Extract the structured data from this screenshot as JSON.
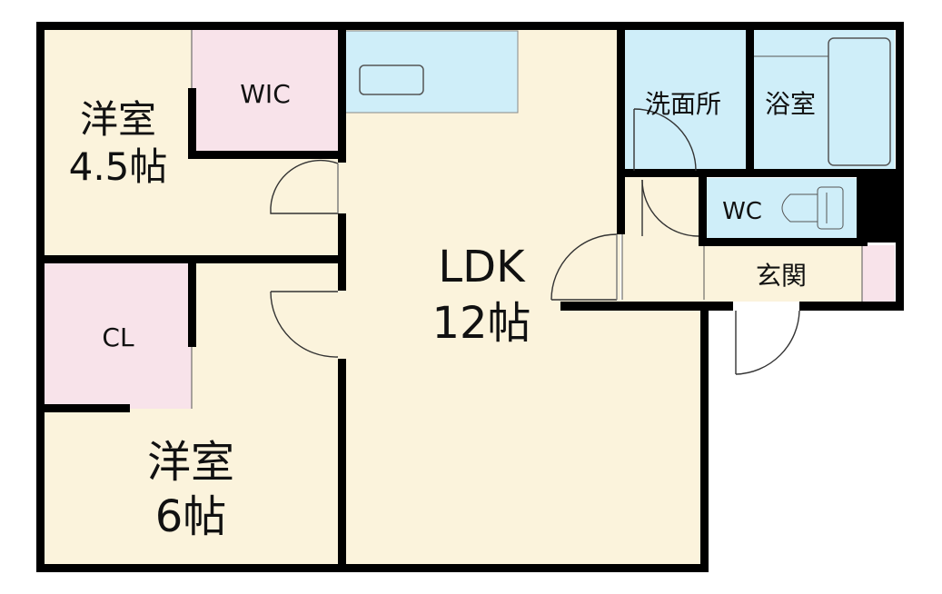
{
  "rooms": {
    "western_1": {
      "name": "洋室",
      "size": "4.5帖"
    },
    "wic": {
      "name": "WIC"
    },
    "ldk": {
      "name": "LDK",
      "size": "12帖"
    },
    "washroom": {
      "name": "洗面所"
    },
    "bathroom": {
      "name": "浴室"
    },
    "wc": {
      "name": "WC"
    },
    "entrance": {
      "name": "玄関"
    },
    "closet": {
      "name": "CL"
    },
    "western_2": {
      "name": "洋室",
      "size": "6帖"
    }
  },
  "colors": {
    "room_fill": "#fbf3dc",
    "storage_fill": "#f8e3ea",
    "wet_fill": "#cfeef9",
    "wall": "#000000",
    "line": "#555555"
  }
}
